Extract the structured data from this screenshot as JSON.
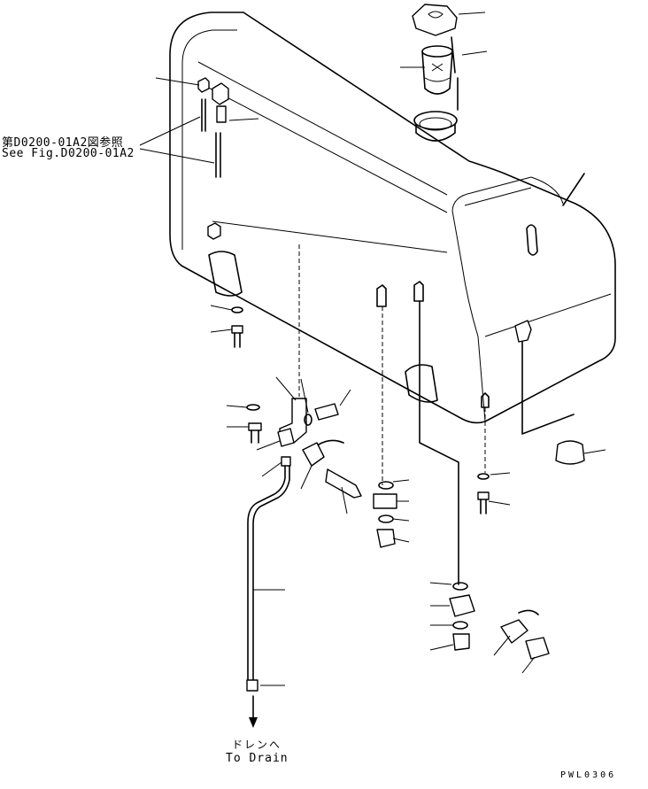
{
  "reference_note": {
    "ja": "第D0200-01A2図参照",
    "en": "See Fig.D0200-01A2"
  },
  "drain_note": {
    "ja": "ドレンへ",
    "en": "To Drain"
  },
  "figure_code": "PWL0306"
}
